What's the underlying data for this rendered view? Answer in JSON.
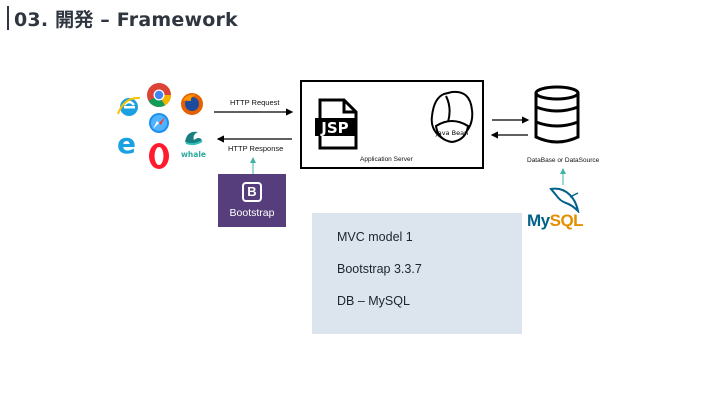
{
  "slide": {
    "title": "03. 開発 – Framework"
  },
  "diagram": {
    "http_request": "HTTP Request",
    "http_response": "HTTP Response",
    "jsp_label": "JSP",
    "javabean_label": "Java Bean",
    "app_server_label": "Application Server",
    "database_label": "DataBase or DataSource",
    "browsers": [
      "internet-explorer",
      "chrome",
      "firefox",
      "edge",
      "safari",
      "opera",
      "whale"
    ],
    "whale_label": "whale"
  },
  "bootstrap": {
    "logo_letter": "B",
    "label": "Bootstrap"
  },
  "mysql": {
    "text_my": "My",
    "text_sql": "SQL"
  },
  "notes": {
    "items": [
      "MVC model 1",
      "Bootstrap 3.3.7",
      "DB – MySQL"
    ]
  },
  "colors": {
    "bootstrap_purple": "#563d7c",
    "mysql_blue": "#00618a",
    "mysql_orange": "#e48e00",
    "teal_arrow": "#41b3a3",
    "notes_bg": "#dce4ed"
  }
}
